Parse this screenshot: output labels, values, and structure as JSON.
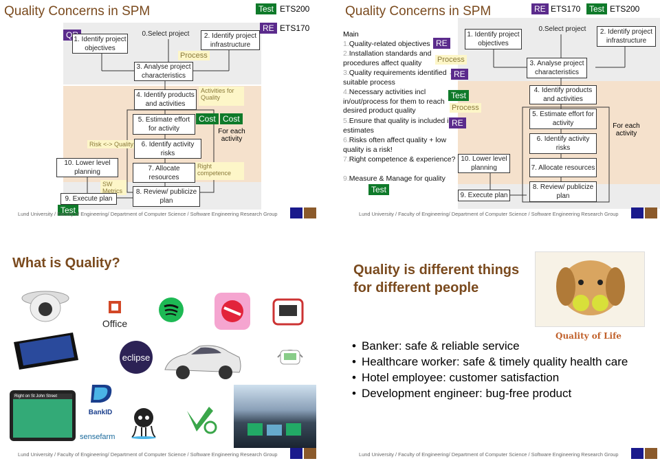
{
  "footer": "Lund University / Faculty of Engineering/ Department of Computer Science / Software Engineering Research Group",
  "slide1": {
    "title": "Quality Concerns in SPM",
    "tag_test": "Test",
    "ets200": "ETS200",
    "tag_re": "RE",
    "ets170": "ETS170",
    "tag_qr": "QR",
    "b1": "1. Identify project objectives",
    "b0": "0.Select project",
    "b2": "2. Identify project infrastructure",
    "process": "Process",
    "b3": "3. Analyse project characteristics",
    "b4": "4. Identify products and activities",
    "activities": "Activities for Quality",
    "b5": "5. Estimate effort for activity",
    "cost1": "Cost",
    "cost2": "Cost",
    "foreach": "For each activity",
    "risk": "Risk <-> Quality",
    "b6": "6. Identify activity risks",
    "b10": "10. Lower level planning",
    "b7": "7. Allocate resources",
    "right": "Right competence",
    "sw": "SW Metrics",
    "b8": "8. Review/ publicize plan",
    "b9": "9. Execute plan",
    "test_bottom": "Test"
  },
  "slide2": {
    "title": "Quality Concerns in SPM",
    "tag_re": "RE",
    "ets170": "ETS170",
    "tag_test": "Test",
    "ets200": "ETS200",
    "main": "Main",
    "items": [
      "Quality-related objectives",
      "Installation standards and procedures affect quality",
      "Quality requirements identified → suitable process",
      "Necessary activities incl in/out/process for them to reach desired product quality",
      "Ensure that quality is included in estimates",
      "Risks often affect quality + low quality is a risk!",
      "Right competence & experience?",
      "Measure & Manage for quality"
    ],
    "nums": [
      "1.",
      "2.",
      "3.",
      "4.",
      "5.",
      "6.",
      "7.",
      "9."
    ],
    "re1": "RE",
    "process1": "Process",
    "re2": "RE",
    "test1": "Test",
    "process2": "Process",
    "re3": "RE",
    "test2": "Test",
    "b1": "1. Identify project objectives",
    "b0": "0.Select project",
    "b2": "2. Identify project infrastructure",
    "b3": "3. Analyse project characteristics",
    "b4": "4. Identify products and activities",
    "b5": "5. Estimate effort for activity",
    "foreach": "For each activity",
    "b6": "6. Identify activity risks",
    "b10": "10. Lower level planning",
    "b7": "7. Allocate resources",
    "b9": "9. Execute plan",
    "b8": "8. Review/ publicize plan"
  },
  "slide3": {
    "title": "What is Quality?",
    "office": "Office",
    "eclipse": "eclipse",
    "bankid": "BankID",
    "sensefarm": "sensefarm",
    "gps": "Right on St John Street"
  },
  "slide4": {
    "title": "Quality is different things for different people",
    "caption": "Quality of Life",
    "bullets": [
      "Banker: safe & reliable service",
      "Healthcare worker: safe & timely quality health care",
      "Hotel employee: customer satisfaction",
      "Development engineer: bug-free product"
    ]
  },
  "colors": {
    "title": "#7a4a1e",
    "test": "#0f7a2a",
    "re": "#5b2b8c",
    "navy": "#1a1a8c",
    "brown": "#8b5a2b"
  }
}
